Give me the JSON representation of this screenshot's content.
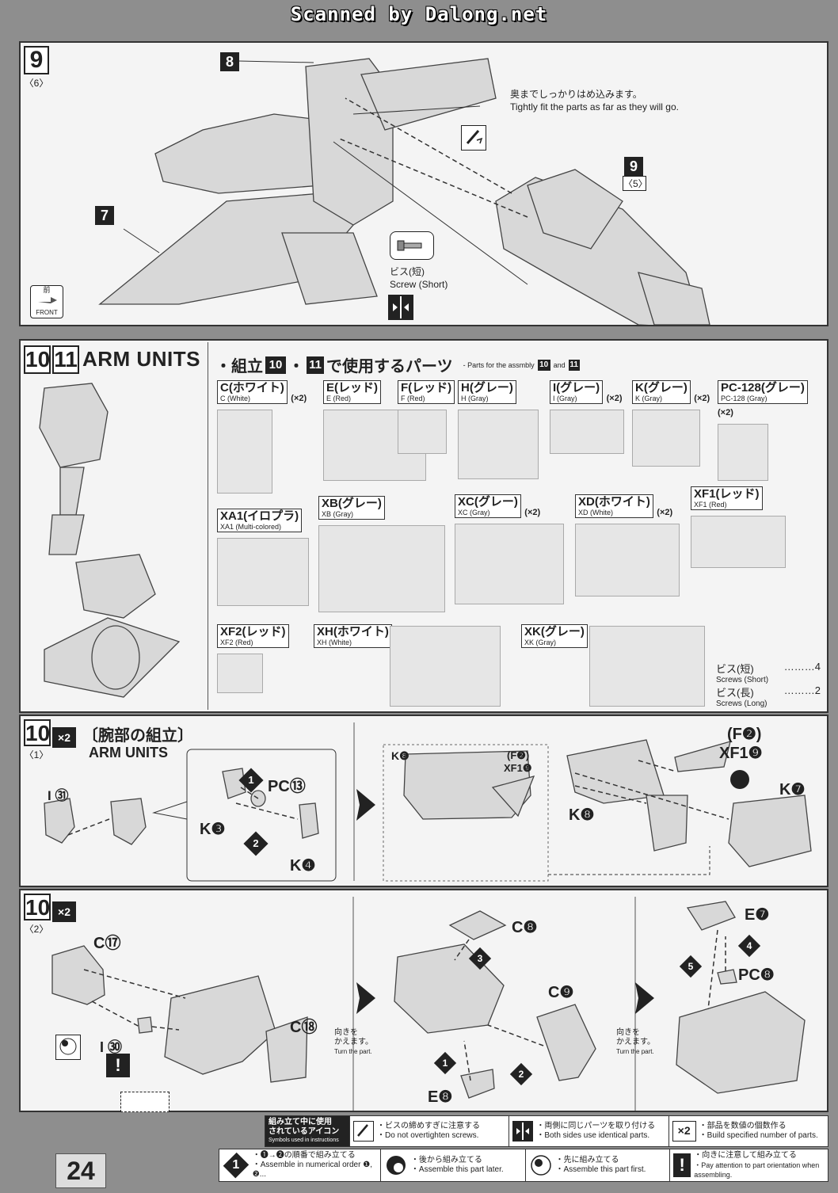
{
  "header": {
    "scanned_by": "Scanned by Dalong.net"
  },
  "step9": {
    "number": "9",
    "sub": "〈6〉",
    "callout_8": "8",
    "callout_7": "7",
    "callout_9": "9",
    "callout_9_sub": "〈5〉",
    "note_ja": "奥までしっかりはめ込みます。",
    "note_en": "Tightly fit the parts as far as they will go.",
    "screw_ja": "ビス(短)",
    "screw_en": "Screw (Short)",
    "front_ja": "前",
    "front_en": "FRONT"
  },
  "section_arm": {
    "num_a": "10",
    "num_b": "11",
    "title": "ARM UNITS",
    "parts_ja_prefix": "・組立",
    "parts_num_a": "10",
    "parts_sep": "・",
    "parts_num_b": "11",
    "parts_ja_suffix": "で使用するパーツ",
    "parts_en": "- Parts for the assmbly",
    "parts_en_num_a": "10",
    "parts_en_and": "and",
    "parts_en_num_b": "11",
    "runners": [
      {
        "main": "C(ホワイト)",
        "sub": "C (White)",
        "qty": "(×2)"
      },
      {
        "main": "E(レッド)",
        "sub": "E (Red)",
        "qty": ""
      },
      {
        "main": "F(レッド)",
        "sub": "F (Red)",
        "qty": ""
      },
      {
        "main": "H(グレー)",
        "sub": "H (Gray)",
        "qty": ""
      },
      {
        "main": "I(グレー)",
        "sub": "I (Gray)",
        "qty": "(×2)"
      },
      {
        "main": "K(グレー)",
        "sub": "K (Gray)",
        "qty": "(×2)"
      },
      {
        "main": "PC-128(グレー)",
        "sub": "PC-128 (Gray)",
        "qty": "(×2)"
      },
      {
        "main": "XA1(イロプラ)",
        "sub": "XA1 (Multi-colored)",
        "qty": ""
      },
      {
        "main": "XB(グレー)",
        "sub": "XB (Gray)",
        "qty": ""
      },
      {
        "main": "XC(グレー)",
        "sub": "XC (Gray)",
        "qty": "(×2)"
      },
      {
        "main": "XD(ホワイト)",
        "sub": "XD (White)",
        "qty": "(×2)"
      },
      {
        "main": "XF1(レッド)",
        "sub": "XF1 (Red)",
        "qty": ""
      },
      {
        "main": "XF2(レッド)",
        "sub": "XF2 (Red)",
        "qty": ""
      },
      {
        "main": "XH(ホワイト)",
        "sub": "XH (White)",
        "qty": ""
      },
      {
        "main": "XK(グレー)",
        "sub": "XK (Gray)",
        "qty": ""
      }
    ],
    "screws": [
      {
        "ja": "ビス(短)",
        "en": "Screws (Short)",
        "dots": "………",
        "count": "4"
      },
      {
        "ja": "ビス(長)",
        "en": "Screws (Long)",
        "dots": "………",
        "count": "2"
      }
    ]
  },
  "step10_1": {
    "number": "10",
    "sub": "〈1〉",
    "mult": "×2",
    "title_ja": "〔腕部の組立〕",
    "title_en": "ARM UNITS",
    "labels": {
      "i31": "I ㉛",
      "pc13": "PC⑬",
      "k3": "K❸",
      "k4": "K❹",
      "k8a": "K❽",
      "f2a": "(F❷)",
      "xf19a": "XF1❾",
      "f2b": "(F❷)",
      "xf19b": "XF1❾",
      "k7": "K❼",
      "k8b": "K❽",
      "n1": "1",
      "n2": "2"
    }
  },
  "step10_2": {
    "number": "10",
    "sub": "〈2〉",
    "mult": "×2",
    "labels": {
      "c17": "C⑰",
      "c18": "C⑱",
      "i30": "I ㉚",
      "c8": "C❽",
      "c9": "C❾",
      "e8": "E❽",
      "e7": "E❼",
      "pc8": "PC❽",
      "n1": "1",
      "n2": "2",
      "n3": "3",
      "n4": "4",
      "n5": "5"
    },
    "turn_ja": "向きを\nかえます。",
    "turn_en": "Turn the part."
  },
  "legend": {
    "title_ja": "組み立て中に使用\nされているアイコン",
    "title_en": "Symbols used in instructions",
    "items": [
      {
        "ja": "・ビスの締めすぎに注意する",
        "en": "・Do not overtighten screws."
      },
      {
        "ja": "・両側に同じパーツを取り付ける",
        "en": "・Both sides use identical parts."
      },
      {
        "ja": "・部品を数値の個数作る",
        "en": "・Build specified number of parts."
      },
      {
        "ja": "・❶→❷の順番で組み立てる",
        "en": "・Assemble in numerical order ❶, ❷..."
      },
      {
        "ja": "・後から組み立てる",
        "en": "・Assemble this part later."
      },
      {
        "ja": "・先に組み立てる",
        "en": "・Assemble this part first."
      },
      {
        "ja": "・向きに注意して組み立てる",
        "en": "・Pay attention to part orientation when assembling."
      }
    ],
    "x2": "×2"
  },
  "page_number": "24"
}
